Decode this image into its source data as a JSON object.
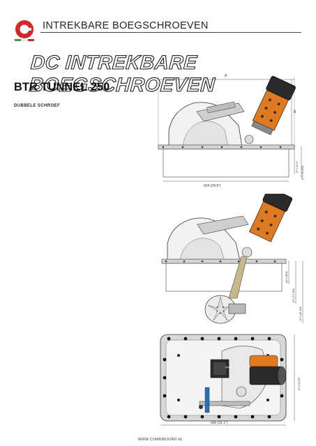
{
  "header": {
    "section_title": "INTREKBARE BOEGSCHROEVEN",
    "logo_icon": "q-brand-logo",
    "accent_colors": {
      "red": "#d8232a",
      "green": "#3a9b3a",
      "dark": "#1a1a1a"
    }
  },
  "page": {
    "title": "DC INTREKBARE BOEGSCHROEVEN"
  },
  "product": {
    "name": "BTR TUNNEL 250",
    "subtitle": "DUBBELE SCHROEF"
  },
  "drawing1": {
    "dim_top": "A",
    "dim_right": "B",
    "dim_width": "624 (24.6\")",
    "dim_v1": "(F*) 22.6\"",
    "dim_v2": "(F*) 23.600"
  },
  "drawing2": {
    "dim_v1": "(A*) 450h",
    "dim_v2": "(F*) 17.900",
    "dim_v3": "(F*) 83.199"
  },
  "drawing3": {
    "dim_width": "600 (31.1\")",
    "dim_height": "(F*) 22.60\"",
    "brand_label": "Quick"
  },
  "footer": {
    "url": "WWW.COMBIBOORD.NL"
  }
}
